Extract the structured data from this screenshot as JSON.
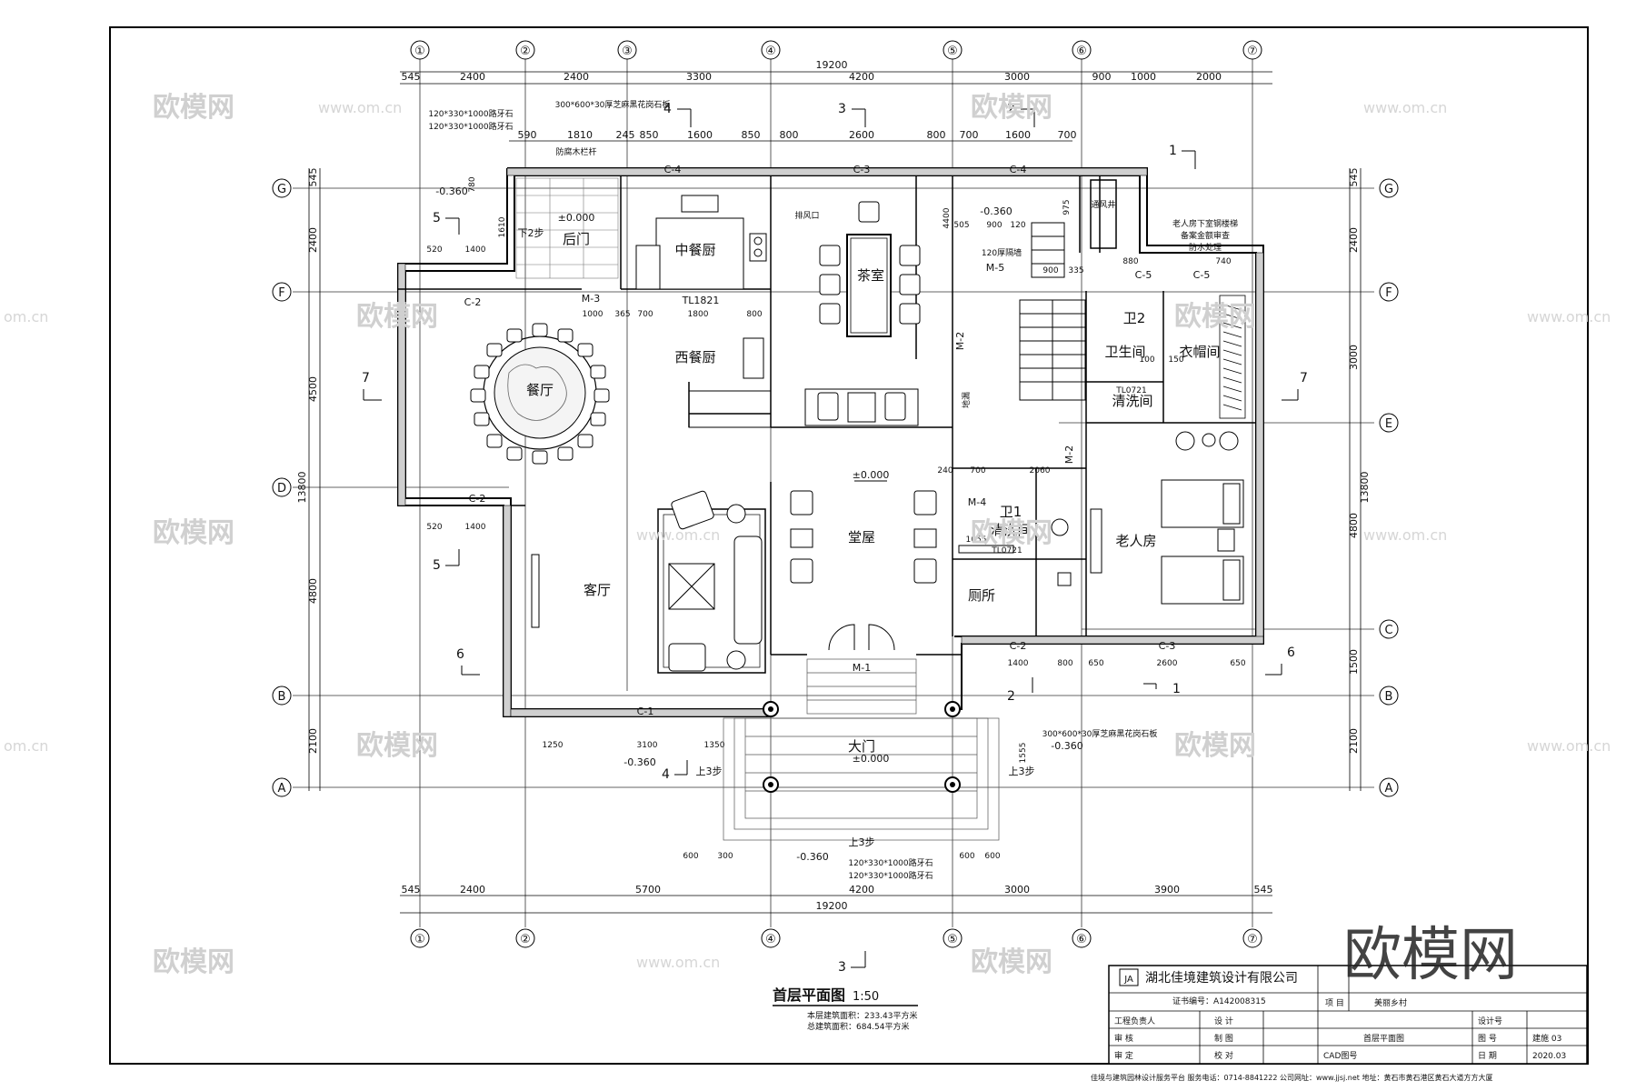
{
  "plan": {
    "title": "首层平面图",
    "scale": "1:50",
    "area_note_1": "本层建筑面积：233.43平方米",
    "area_note_2": "总建筑面积：684.54平方米"
  },
  "axes": {
    "columns": [
      "①",
      "②",
      "③",
      "④",
      "⑤",
      "⑥",
      "⑦"
    ],
    "rows": [
      "G",
      "F",
      "E",
      "D",
      "C",
      "B",
      "A"
    ]
  },
  "dimensions": {
    "overall": "19200",
    "top_row": [
      "545",
      "2400",
      "2400",
      "3300",
      "4200",
      "3000",
      "900",
      "1000",
      "2000"
    ],
    "top_inner": [
      "590",
      "1810",
      "245",
      "850",
      "1600",
      "850",
      "800",
      "2600",
      "800",
      "700",
      "1600",
      "700"
    ],
    "bottom_row": [
      "545",
      "2400",
      "5700",
      "4200",
      "3000",
      "3900",
      "545"
    ],
    "left_col": [
      "545",
      "2400",
      "4500",
      "13800",
      "4800",
      "2100"
    ],
    "right_col": [
      "545",
      "2400",
      "3000",
      "13800",
      "4800",
      "1500",
      "2100"
    ],
    "misc": [
      "1000",
      "365",
      "700",
      "1800",
      "800",
      "520",
      "1400",
      "880",
      "900",
      "335",
      "740",
      "240",
      "700",
      "2060",
      "1055",
      "1400",
      "800",
      "650",
      "2600",
      "1250",
      "3100",
      "1350",
      "1555",
      "600",
      "300",
      "600",
      "1610",
      "780",
      "4400",
      "505",
      "975",
      "900",
      "120",
      "100",
      "150"
    ]
  },
  "rooms": {
    "chinese_kitchen": "中餐厨",
    "tea_room": "茶室",
    "western_kitchen": "西餐厨",
    "dining": "餐厅",
    "hall": "堂屋",
    "living": "客厅",
    "elder_room": "老人房",
    "bath2": "卫2",
    "bath2_sub": "卫生间",
    "wardrobe": "衣帽间",
    "laundry": "清洗间",
    "bath1": "卫1",
    "bath1_sub": "清洗间",
    "toilet": "厕所",
    "main_door": "大门",
    "back_door": "后门",
    "vent_shaft": "通风井"
  },
  "labels": {
    "elev_000": "±0.000",
    "elev_m360": "-0.360",
    "step_up": "上3步",
    "back_step": "下2步",
    "stair_note": "120厚隔墙",
    "tl1821": "TL1821",
    "tl0721": "TL0721",
    "stone_note": "300*600*30厚芝麻黑花岗石板",
    "curb_note": "120*330*1000路牙石",
    "rail_note": "防腐木栏杆",
    "exhaust": "排风口",
    "stair_note_2": "老人房下室钢楼梯",
    "stair_note_3": "备案金额审查",
    "stair_note_4": "防水处理",
    "washbasin": "地漏"
  },
  "doors_windows": [
    "C-4",
    "C-3",
    "C-4",
    "C-2",
    "C-5",
    "C-5",
    "M-3",
    "M-5",
    "M-2",
    "M-2",
    "M-4",
    "C-2",
    "C-2",
    "C-3",
    "C-1",
    "M-1"
  ],
  "section_marks": [
    "4",
    "3",
    "2",
    "1",
    "5",
    "7",
    "7",
    "5",
    "6",
    "6",
    "1",
    "2",
    "4",
    "3"
  ],
  "title_block": {
    "company": "湖北佳境建筑设计有限公司",
    "cert": "证书编号：A142008315",
    "project_label": "项  目",
    "project_name": "美丽乡村",
    "drawing_name": "首层平面图",
    "rows": [
      {
        "role": "工程负责人",
        "role2": "设  计"
      },
      {
        "role": "审  核",
        "role2": "制  图"
      },
      {
        "role": "审  定",
        "role2": "校  对"
      }
    ],
    "design_no_label": "设计号",
    "sheet_no_label": "图  号",
    "sheet_no": "建施 03",
    "date_label": "日  期",
    "date": "2020.03",
    "cad_label": "CAD图号",
    "footer": "佳境与建筑园林设计服务平台     服务电话：0714-8841222     公司网址：www.jjsj.net     地址：黄石市黄石港区黄石大道方方大厦"
  },
  "watermarks": {
    "brand": "欧模网",
    "site": "www.om.cn",
    "site_short": "om.cn",
    "big_brand": "欧模网"
  }
}
